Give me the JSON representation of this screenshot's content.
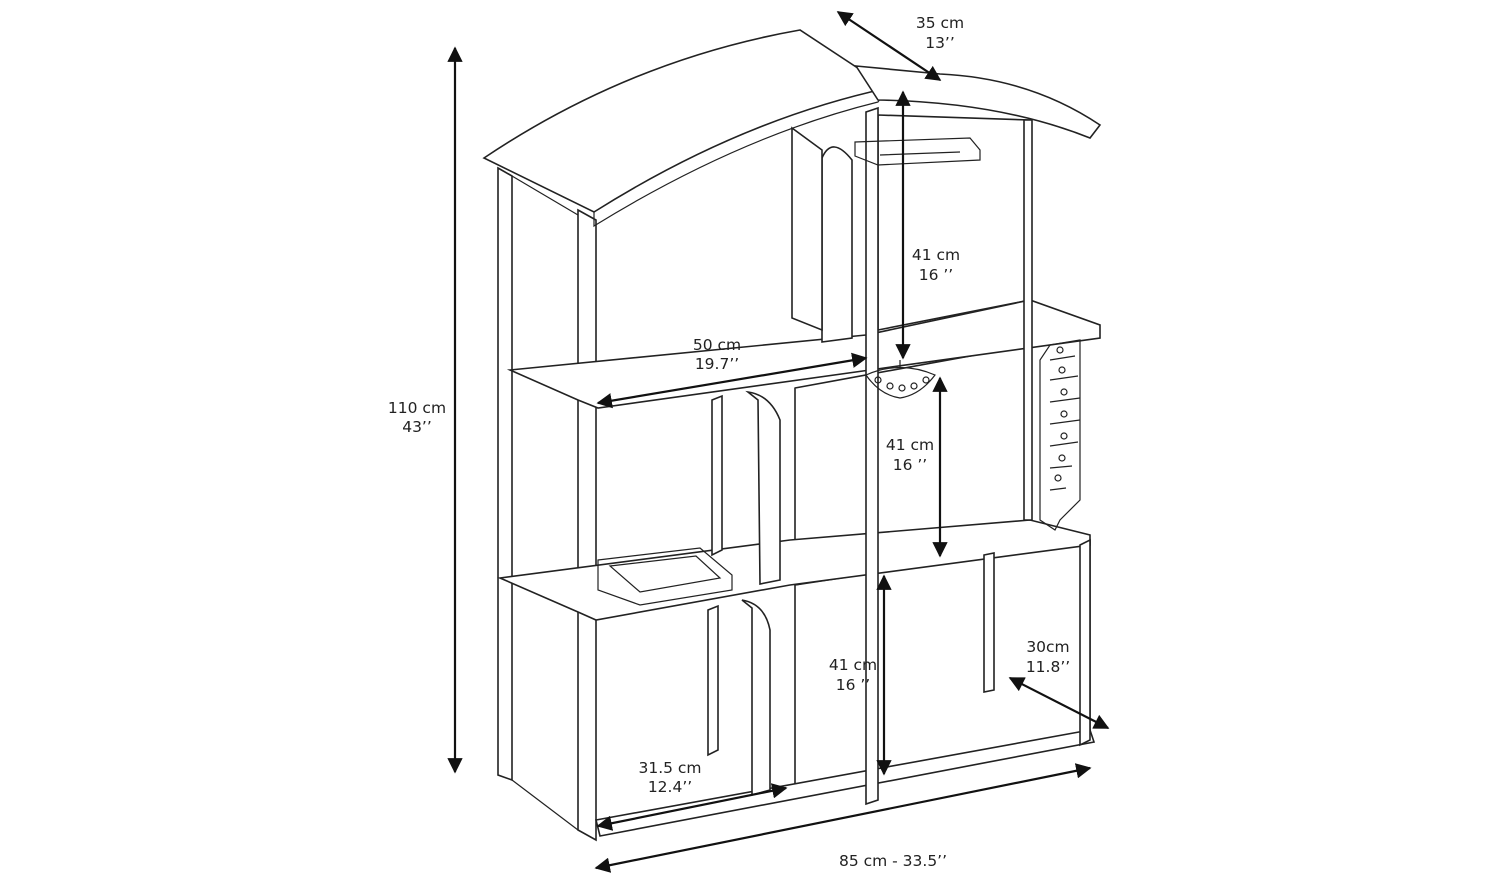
{
  "colors": {
    "line": "#222222",
    "background": "#ffffff"
  },
  "dimensions": {
    "depth_top": {
      "metric": "35 cm",
      "imperial": "13’’"
    },
    "total_height": {
      "metric": "110 cm",
      "imperial": "43’’"
    },
    "upper_room_height": {
      "metric": "41 cm",
      "imperial": "16 ’’"
    },
    "middle_room_height": {
      "metric": "41 cm",
      "imperial": "16 ’’"
    },
    "lower_room_height": {
      "metric": "41 cm",
      "imperial": "16 ’’"
    },
    "upper_room_width": {
      "metric": "50 cm",
      "imperial": "19.7’’"
    },
    "lower_room_width": {
      "metric": "31.5 cm",
      "imperial": "12.4’’"
    },
    "shelf_depth": {
      "metric": "30cm",
      "imperial": "11.8’’"
    },
    "total_width": {
      "combined": "85 cm - 33.5’’"
    }
  }
}
